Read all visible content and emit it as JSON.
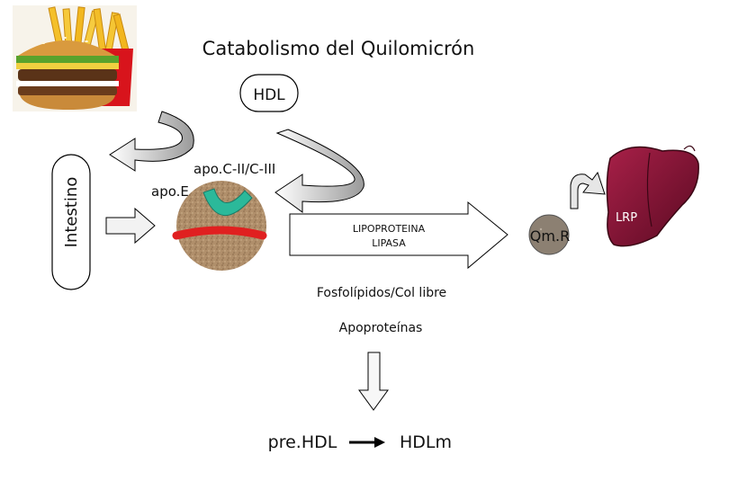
{
  "title": "Catabolismo del Quilomicrón",
  "labels": {
    "hdl": "HDL",
    "intestino": "Intestino",
    "apo_c": "apo.C-II/C-III",
    "apo_e": "apo.E",
    "lipasa_line1": "LIPOPROTEINA",
    "lipasa_line2": "LIPASA",
    "qmr": "Qm.R",
    "lrp": "LRP",
    "fosfolipidos": "Fosfolípidos/Col libre",
    "apoproteinas": "Apoproteínas",
    "prehdl": "pre.HDL",
    "hdlm": "HDLm"
  },
  "icons": {
    "food": "burger-fries-icon",
    "liver": "liver-icon"
  },
  "colors": {
    "particle": "#a88a66",
    "apo_e_band": "#e02020",
    "apo_c_arc": "#2bb99a",
    "liver": "#7a1030",
    "qmr": "#8c8072",
    "arrow_fill": "#eeeeee"
  }
}
